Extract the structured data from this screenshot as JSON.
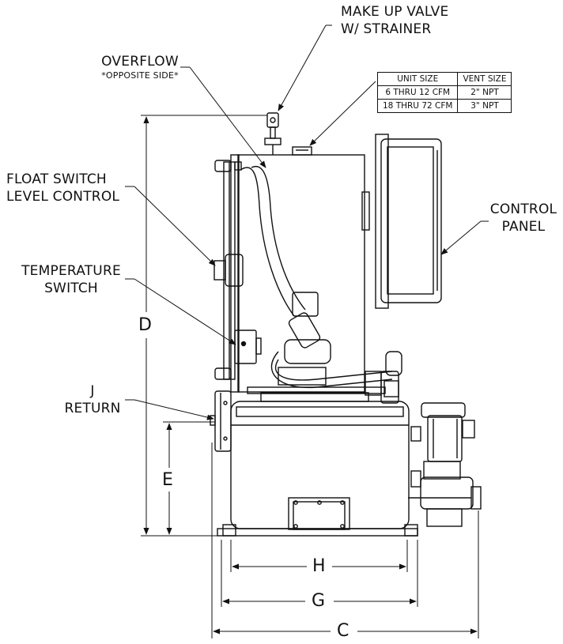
{
  "labels": {
    "make_up_valve": [
      "MAKE UP VALVE",
      "W/ STRAINER"
    ],
    "overflow": "OVERFLOW",
    "overflow_note": "*OPPOSITE SIDE*",
    "float_switch": [
      "FLOAT SWITCH",
      "LEVEL CONTROL"
    ],
    "temperature_switch": [
      "TEMPERATURE",
      "SWITCH"
    ],
    "return": [
      "J",
      "RETURN"
    ],
    "control_panel": [
      "CONTROL",
      "PANEL"
    ]
  },
  "vent_table": {
    "headers": [
      "UNIT SIZE",
      "VENT SIZE"
    ],
    "rows": [
      [
        "6 THRU 12 CFM",
        "2\" NPT"
      ],
      [
        "18 THRU 72 CFM",
        "3\" NPT"
      ]
    ]
  },
  "dimensions": {
    "D": "D",
    "E": "E",
    "H": "H",
    "G": "G",
    "C": "C"
  }
}
